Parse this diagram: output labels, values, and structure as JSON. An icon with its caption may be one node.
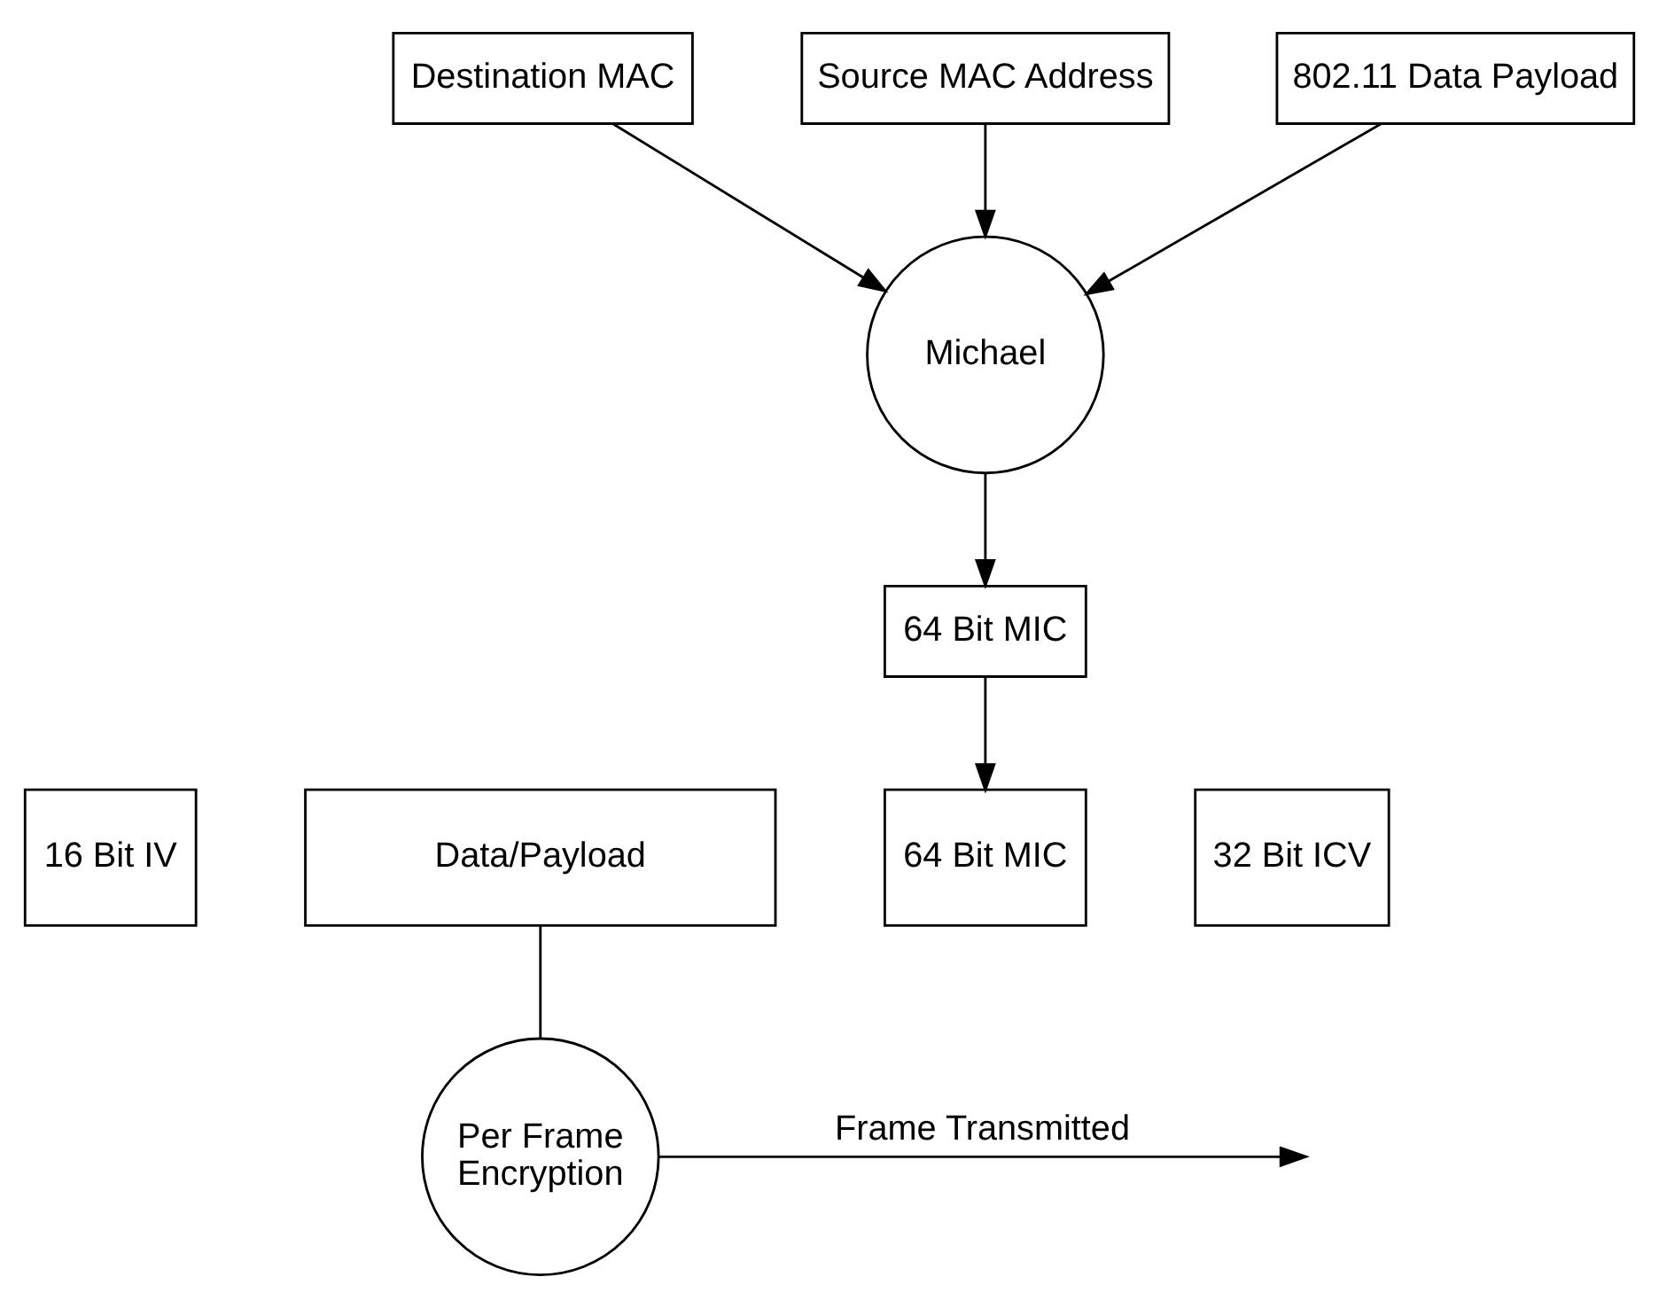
{
  "diagram": {
    "nodes": [
      {
        "text": [
          "Destination MAC"
        ]
      },
      {
        "text": [
          "Source MAC Address"
        ]
      },
      {
        "text": [
          "802.11 Data Payload"
        ]
      },
      {
        "text": [
          "Michael"
        ]
      },
      {
        "text": [
          "64 Bit MIC"
        ]
      },
      {
        "text": [
          "16 Bit IV"
        ]
      },
      {
        "text": [
          "Data/Payload"
        ]
      },
      {
        "text": [
          "64 Bit MIC"
        ]
      },
      {
        "text": [
          "32 Bit ICV"
        ]
      },
      {
        "text": [
          "Per Frame Encryption"
        ]
      }
    ],
    "edges": [
      {
        "from": 0,
        "to": 3,
        "arrow": "to"
      },
      {
        "from": 1,
        "to": 3,
        "arrow": "to"
      },
      {
        "from": 2,
        "to": 3,
        "arrow": "to"
      },
      {
        "from": 3,
        "to": 4,
        "arrow": "to"
      },
      {
        "from": 4,
        "to": 7,
        "arrow": "to"
      },
      {
        "from": 6,
        "to": 9,
        "arrow": "none"
      },
      {
        "from": 9,
        "to": null,
        "arrow": "to",
        "label": "Frame Transmitted"
      }
    ]
  }
}
